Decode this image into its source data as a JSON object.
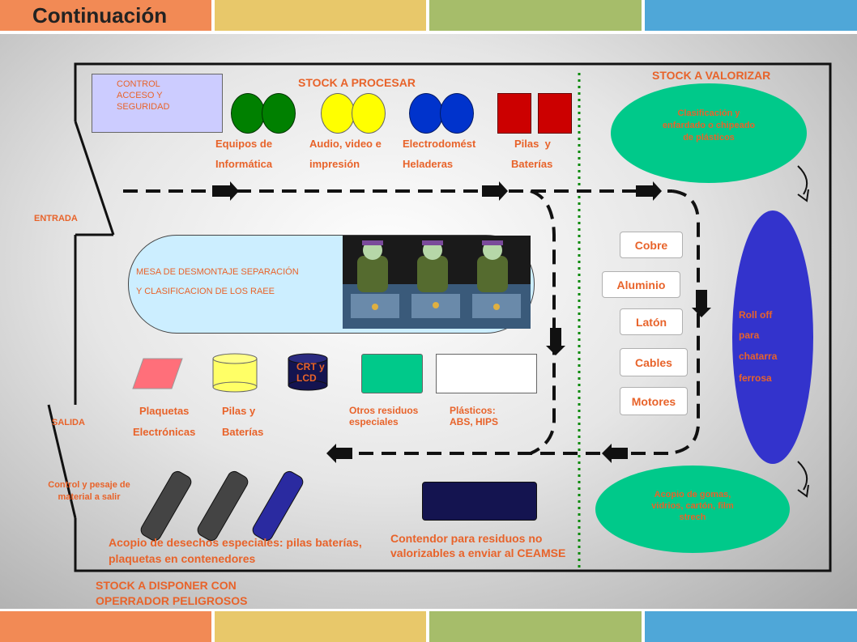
{
  "title": "Continuación",
  "colors": {
    "band_orange": "#f28a55",
    "band_yellow": "#e8c86a",
    "band_green": "#a6bd6a",
    "band_blue": "#4fa7d8",
    "accent": "#e8632a",
    "green_bin": "#008000",
    "yellow_bin": "#ffff00",
    "blue_bin": "#0033cc",
    "red_bin": "#cc0000",
    "teal": "#00c98a",
    "roll_off": "#3333cc",
    "navy": "#141450"
  },
  "control": {
    "label": "CONTROL ACCESO Y SEGURIDAD"
  },
  "entrada": "ENTRADA",
  "salida": "SALIDA",
  "control_pesaje": "Control y pesaje de material a salir",
  "stock_procesar": "STOCK A PROCESAR",
  "stock_valorizar": "STOCK A VALORIZAR",
  "stock_disponer": "STOCK A DISPONER CON OPERRADOR PELIGROSOS",
  "categories": [
    {
      "line1": "Equipos de",
      "line2": "Informática"
    },
    {
      "line1": "Audio, video e",
      "line2": "impresión"
    },
    {
      "line1": "Electrodomést",
      "line2": "Heladeras"
    },
    {
      "line1": "Pilas  y",
      "line2": "Baterías"
    }
  ],
  "mesa": {
    "line1": "MESA DE DESMONTAJE  SEPARACIÓN",
    "line2": "Y CLASIFICACION  DE LOS RAEE"
  },
  "bins": {
    "plaquetas": {
      "line1": "Plaquetas",
      "line2": "Electrónicas"
    },
    "pilas": {
      "line1": "Pilas y",
      "line2": "Baterías"
    },
    "crt": "CRT y LCD",
    "otros": "Otros residuos especiales",
    "plasticos": "Plásticos: ABS, HIPS"
  },
  "materials": [
    "Cobre",
    "Aluminio",
    "Latón",
    "Cables",
    "Motores"
  ],
  "clasificacion": "Clasificación y enfardado o chipeado de plásticos",
  "roll_off": {
    "line1": "Roll off",
    "line2": "para",
    "line3": "chatarra",
    "line4": "ferrosa"
  },
  "acopio_gomas": "Acopio de gomas, vidrios, cartón, film strech",
  "acopio_desechos": "Acopio  de  desechos  especiales:  pilas baterías,   plaquetas  en contenedores",
  "contenedor": "Contendor para residuos no valorizables a enviar al CEAMSE"
}
